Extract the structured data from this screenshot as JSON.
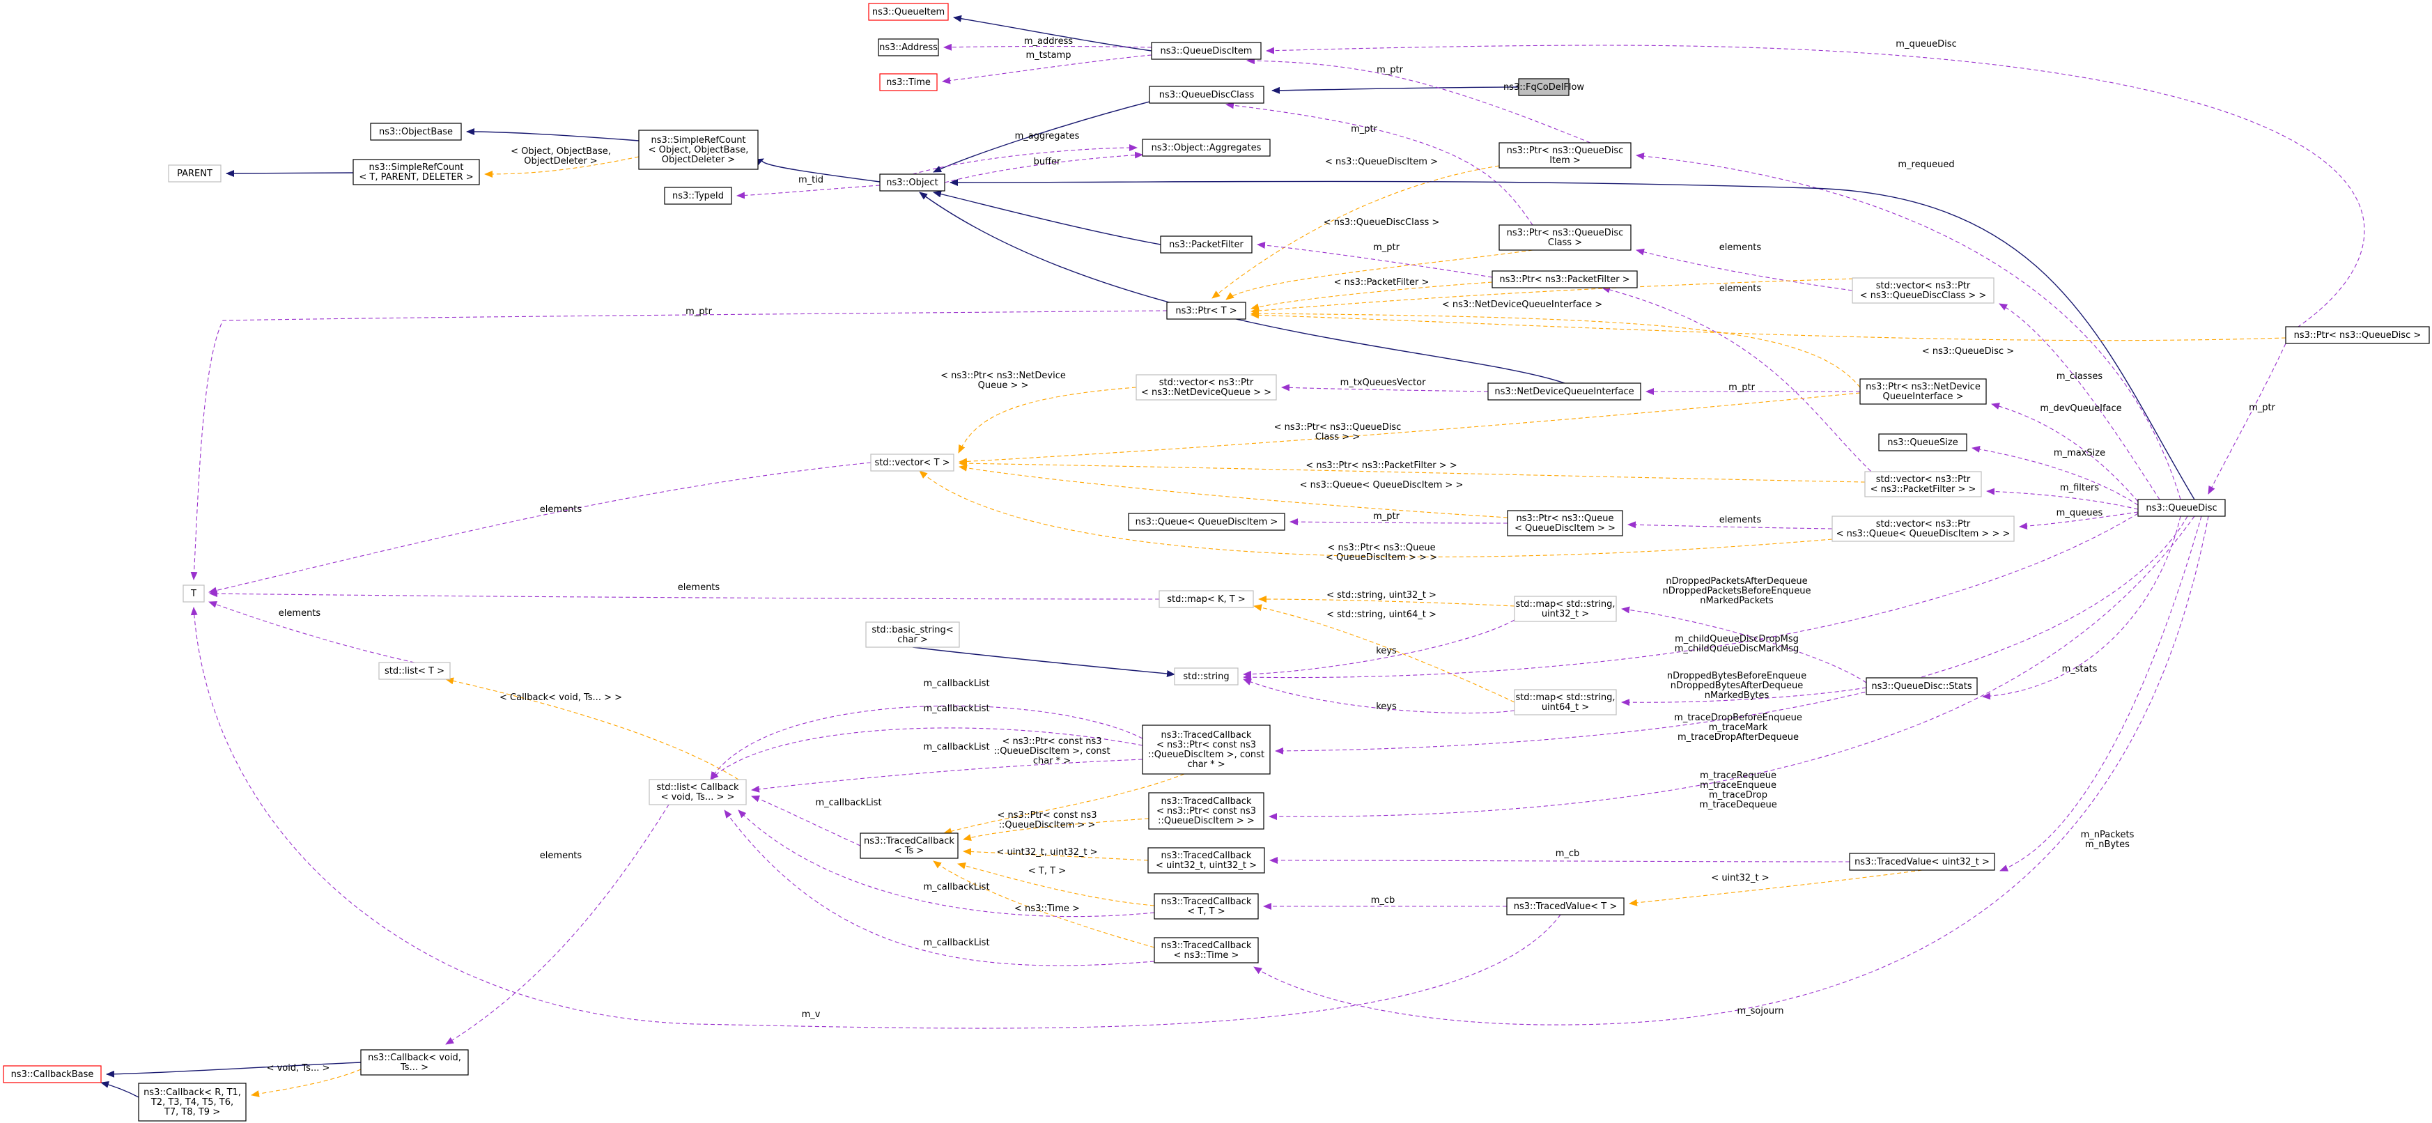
{
  "diagram": {
    "title": "",
    "colors": {
      "node_border": "#000000",
      "node_border_undocumented": "#bfbfbf",
      "node_border_missing": "#ff0000",
      "highlight_fill": "#bfbfbf",
      "inheritance_edge": "#191970",
      "usage_edge": "#9a32cd",
      "template_edge": "#ffa500",
      "background": "#ffffff"
    },
    "nodes": [
      {
        "id": "FqCoDelFlow",
        "lines": [
          "ns3::FqCoDelFlow"
        ],
        "style": "highlight"
      },
      {
        "id": "QueueItem",
        "lines": [
          "ns3::QueueItem"
        ],
        "style": "missing"
      },
      {
        "id": "Address",
        "lines": [
          "ns3::Address"
        ],
        "style": "normal"
      },
      {
        "id": "Time",
        "lines": [
          "ns3::Time"
        ],
        "style": "missing"
      },
      {
        "id": "QueueDiscItem",
        "lines": [
          "ns3::QueueDiscItem"
        ],
        "style": "normal"
      },
      {
        "id": "QueueDiscClass",
        "lines": [
          "ns3::QueueDiscClass"
        ],
        "style": "normal"
      },
      {
        "id": "ObjectBase",
        "lines": [
          "ns3::ObjectBase"
        ],
        "style": "normal"
      },
      {
        "id": "SimpleRefCount3",
        "lines": [
          "ns3::SimpleRefCount",
          "< Object, ObjectBase,",
          "ObjectDeleter >"
        ],
        "style": "normal"
      },
      {
        "id": "PARENT",
        "lines": [
          "PARENT"
        ],
        "style": "undoc"
      },
      {
        "id": "SimpleRefCountT",
        "lines": [
          "ns3::SimpleRefCount",
          "< T, PARENT, DELETER >"
        ],
        "style": "normal"
      },
      {
        "id": "Aggregates",
        "lines": [
          "ns3::Object::Aggregates"
        ],
        "style": "normal"
      },
      {
        "id": "TypeId",
        "lines": [
          "ns3::TypeId"
        ],
        "style": "normal"
      },
      {
        "id": "Object",
        "lines": [
          "ns3::Object"
        ],
        "style": "normal"
      },
      {
        "id": "PtrQDI",
        "lines": [
          "ns3::Ptr< ns3::QueueDisc",
          "Item >"
        ],
        "style": "normal"
      },
      {
        "id": "PacketFilter",
        "lines": [
          "ns3::PacketFilter"
        ],
        "style": "normal"
      },
      {
        "id": "PtrQDC",
        "lines": [
          "ns3::Ptr< ns3::QueueDisc",
          "Class >"
        ],
        "style": "normal"
      },
      {
        "id": "PtrPF",
        "lines": [
          "ns3::Ptr< ns3::PacketFilter >"
        ],
        "style": "normal"
      },
      {
        "id": "PtrT",
        "lines": [
          "ns3::Ptr< T >"
        ],
        "style": "normal"
      },
      {
        "id": "VecQDC",
        "lines": [
          "std::vector< ns3::Ptr",
          "< ns3::QueueDiscClass > >"
        ],
        "style": "undoc"
      },
      {
        "id": "PtrQD",
        "lines": [
          "ns3::Ptr< ns3::QueueDisc >"
        ],
        "style": "normal"
      },
      {
        "id": "VecNDQ",
        "lines": [
          "std::vector< ns3::Ptr",
          "< ns3::NetDeviceQueue > >"
        ],
        "style": "undoc"
      },
      {
        "id": "NDQI",
        "lines": [
          "ns3::NetDeviceQueueInterface"
        ],
        "style": "normal"
      },
      {
        "id": "PtrNDQI",
        "lines": [
          "ns3::Ptr< ns3::NetDevice",
          "QueueInterface >"
        ],
        "style": "normal"
      },
      {
        "id": "QueueSize",
        "lines": [
          "ns3::QueueSize"
        ],
        "style": "normal"
      },
      {
        "id": "VecT",
        "lines": [
          "std::vector< T >"
        ],
        "style": "undoc"
      },
      {
        "id": "VecPF",
        "lines": [
          "std::vector< ns3::Ptr",
          "< ns3::PacketFilter > >"
        ],
        "style": "undoc"
      },
      {
        "id": "QueueDisc",
        "lines": [
          "ns3::QueueDisc"
        ],
        "style": "normal"
      },
      {
        "id": "QueueQDI",
        "lines": [
          "ns3::Queue< QueueDiscItem >"
        ],
        "style": "normal"
      },
      {
        "id": "PtrQueue",
        "lines": [
          "ns3::Ptr< ns3::Queue",
          "< QueueDiscItem > >"
        ],
        "style": "normal"
      },
      {
        "id": "VecQueue",
        "lines": [
          "std::vector< ns3::Ptr",
          "< ns3::Queue< QueueDiscItem > > >"
        ],
        "style": "undoc"
      },
      {
        "id": "T",
        "lines": [
          "T"
        ],
        "style": "undoc"
      },
      {
        "id": "MapKT",
        "lines": [
          "std::map< K, T >"
        ],
        "style": "undoc"
      },
      {
        "id": "MapU32",
        "lines": [
          "std::map< std::string,",
          "uint32_t >"
        ],
        "style": "undoc"
      },
      {
        "id": "BasicString",
        "lines": [
          "std::basic_string<",
          "char >"
        ],
        "style": "undoc"
      },
      {
        "id": "ListT",
        "lines": [
          "std::list< T >"
        ],
        "style": "undoc"
      },
      {
        "id": "String",
        "lines": [
          "std::string"
        ],
        "style": "undoc"
      },
      {
        "id": "Stats",
        "lines": [
          "ns3::QueueDisc::Stats"
        ],
        "style": "normal"
      },
      {
        "id": "MapU64",
        "lines": [
          "std::map< std::string,",
          "uint64_t >"
        ],
        "style": "undoc"
      },
      {
        "id": "TCbChar",
        "lines": [
          "ns3::TracedCallback",
          "< ns3::Ptr< const ns3",
          "::QueueDiscItem >, const",
          "char * >"
        ],
        "style": "normal"
      },
      {
        "id": "ListCb",
        "lines": [
          "std::list< Callback",
          "< void, Ts... > >"
        ],
        "style": "undoc"
      },
      {
        "id": "TCbPtr",
        "lines": [
          "ns3::TracedCallback",
          "< ns3::Ptr< const ns3",
          "::QueueDiscItem > >"
        ],
        "style": "normal"
      },
      {
        "id": "TCbTs",
        "lines": [
          "ns3::TracedCallback",
          "< Ts >"
        ],
        "style": "normal"
      },
      {
        "id": "TCbU32",
        "lines": [
          "ns3::TracedCallback",
          "< uint32_t, uint32_t >"
        ],
        "style": "normal"
      },
      {
        "id": "TVU32",
        "lines": [
          "ns3::TracedValue< uint32_t >"
        ],
        "style": "normal"
      },
      {
        "id": "TCbTT",
        "lines": [
          "ns3::TracedCallback",
          "< T, T >"
        ],
        "style": "normal"
      },
      {
        "id": "TVT",
        "lines": [
          "ns3::TracedValue< T >"
        ],
        "style": "normal"
      },
      {
        "id": "TCbTime",
        "lines": [
          "ns3::TracedCallback",
          "< ns3::Time >"
        ],
        "style": "normal"
      },
      {
        "id": "CallbackBase",
        "lines": [
          "ns3::CallbackBase"
        ],
        "style": "missing"
      },
      {
        "id": "CbVoid",
        "lines": [
          "ns3::Callback< void,",
          "Ts... >"
        ],
        "style": "normal"
      },
      {
        "id": "CbR",
        "lines": [
          "ns3::Callback< R, T1,",
          "T2, T3, T4, T5, T6,",
          "T7, T8, T9 >"
        ],
        "style": "normal"
      }
    ],
    "edge_labels": [
      {
        "id": "lbl_m_address",
        "lines": [
          "m_address"
        ]
      },
      {
        "id": "lbl_m_tstamp",
        "lines": [
          "m_tstamp"
        ]
      },
      {
        "id": "lbl_m_queueDisc",
        "lines": [
          "m_queueDisc"
        ]
      },
      {
        "id": "lbl_m_ptr_qdi",
        "lines": [
          "m_ptr"
        ]
      },
      {
        "id": "lbl_m_ptr_qdc",
        "lines": [
          "m_ptr"
        ]
      },
      {
        "id": "lbl_m_aggregates",
        "lines": [
          "m_aggregates"
        ]
      },
      {
        "id": "lbl_buffer",
        "lines": [
          "buffer"
        ]
      },
      {
        "id": "lbl_m_tid",
        "lines": [
          "m_tid"
        ]
      },
      {
        "id": "lbl_tmpl_simpleref",
        "lines": [
          "< Object, ObjectBase,",
          "ObjectDeleter >"
        ]
      },
      {
        "id": "lbl_m_requeued",
        "lines": [
          "m_requeued"
        ]
      },
      {
        "id": "lbl_tmpl_qdi",
        "lines": [
          "< ns3::QueueDiscItem >"
        ]
      },
      {
        "id": "lbl_tmpl_qdc",
        "lines": [
          "< ns3::QueueDiscClass >"
        ]
      },
      {
        "id": "lbl_m_ptr_pf",
        "lines": [
          "m_ptr"
        ]
      },
      {
        "id": "lbl_elements_qdc",
        "lines": [
          "elements"
        ]
      },
      {
        "id": "lbl_tmpl_pf",
        "lines": [
          "< ns3::PacketFilter >"
        ]
      },
      {
        "id": "lbl_elements_pf",
        "lines": [
          "elements"
        ]
      },
      {
        "id": "lbl_m_ptr_t",
        "lines": [
          "m_ptr"
        ]
      },
      {
        "id": "lbl_tmpl_ndqi",
        "lines": [
          "< ns3::NetDeviceQueueInterface >"
        ]
      },
      {
        "id": "lbl_tmpl_qd",
        "lines": [
          "< ns3::QueueDisc >"
        ]
      },
      {
        "id": "lbl_m_classes",
        "lines": [
          "m_classes"
        ]
      },
      {
        "id": "lbl_m_ptr_qd",
        "lines": [
          "m_ptr"
        ]
      },
      {
        "id": "lbl_tmpl_ndq",
        "lines": [
          "< ns3::Ptr< ns3::NetDevice",
          "Queue > >"
        ]
      },
      {
        "id": "lbl_m_txQueuesVector",
        "lines": [
          "m_txQueuesVector"
        ]
      },
      {
        "id": "lbl_m_ptr_ndqi",
        "lines": [
          "m_ptr"
        ]
      },
      {
        "id": "lbl_m_devQueueIface",
        "lines": [
          "m_devQueueIface"
        ]
      },
      {
        "id": "lbl_tmpl_ptrqdc",
        "lines": [
          "< ns3::Ptr< ns3::QueueDisc",
          "Class > >"
        ]
      },
      {
        "id": "lbl_m_maxSize",
        "lines": [
          "m_maxSize"
        ]
      },
      {
        "id": "lbl_tmpl_ptrpf",
        "lines": [
          "< ns3::Ptr< ns3::PacketFilter > >"
        ]
      },
      {
        "id": "lbl_m_filters",
        "lines": [
          "m_filters"
        ]
      },
      {
        "id": "lbl_tmpl_queue",
        "lines": [
          "< ns3::Queue< QueueDiscItem > >"
        ]
      },
      {
        "id": "lbl_elements_vect",
        "lines": [
          "elements"
        ]
      },
      {
        "id": "lbl_m_ptr_queue",
        "lines": [
          "m_ptr"
        ]
      },
      {
        "id": "lbl_elements_queue",
        "lines": [
          "elements"
        ]
      },
      {
        "id": "lbl_m_queues",
        "lines": [
          "m_queues"
        ]
      },
      {
        "id": "lbl_tmpl_ptrqueue",
        "lines": [
          "< ns3::Ptr< ns3::Queue",
          "< QueueDiscItem > > >"
        ]
      },
      {
        "id": "lbl_elements_map",
        "lines": [
          "elements"
        ]
      },
      {
        "id": "lbl_tmpl_u32",
        "lines": [
          "< std::string, uint32_t >"
        ]
      },
      {
        "id": "lbl_tmpl_u64",
        "lines": [
          "< std::string, uint64_t >"
        ]
      },
      {
        "id": "lbl_ndropped",
        "lines": [
          "nDroppedPacketsAfterDequeue",
          "nDroppedPacketsBeforeEnqueue",
          "nMarkedPackets"
        ]
      },
      {
        "id": "lbl_elements_list",
        "lines": [
          "elements"
        ]
      },
      {
        "id": "lbl_childmsg",
        "lines": [
          "m_childQueueDiscDropMsg",
          "m_childQueueDiscMarkMsg"
        ]
      },
      {
        "id": "lbl_keys1",
        "lines": [
          "keys"
        ]
      },
      {
        "id": "lbl_ndroppedbytes",
        "lines": [
          "nDroppedBytesBeforeEnqueue",
          "nDroppedBytesAfterDequeue",
          "nMarkedBytes"
        ]
      },
      {
        "id": "lbl_keys2",
        "lines": [
          "keys"
        ]
      },
      {
        "id": "lbl_m_stats",
        "lines": [
          "m_stats"
        ]
      },
      {
        "id": "lbl_cblist1",
        "lines": [
          "m_callbackList"
        ]
      },
      {
        "id": "lbl_cblist2",
        "lines": [
          "m_callbackList"
        ]
      },
      {
        "id": "lbl_tmpl_cbvoid",
        "lines": [
          "< Callback< void, Ts... > >"
        ]
      },
      {
        "id": "lbl_cblist3",
        "lines": [
          "m_callbackList"
        ]
      },
      {
        "id": "lbl_tmpl_char",
        "lines": [
          "< ns3::Ptr< const ns3",
          "::QueueDiscItem >, const",
          "char * >"
        ]
      },
      {
        "id": "lbl_tracedrop",
        "lines": [
          "m_traceDropBeforeEnqueue",
          "m_traceMark",
          "m_traceDropAfterDequeue"
        ]
      },
      {
        "id": "lbl_cblist4",
        "lines": [
          "m_callbackList"
        ]
      },
      {
        "id": "lbl_tmpl_ptrconst",
        "lines": [
          "< ns3::Ptr< const ns3",
          "::QueueDiscItem > >"
        ]
      },
      {
        "id": "lbl_tracerequeue",
        "lines": [
          "m_traceRequeue",
          "m_traceEnqueue",
          "m_traceDrop",
          "m_traceDequeue"
        ]
      },
      {
        "id": "lbl_tmpl_u32u32",
        "lines": [
          "< uint32_t, uint32_t >"
        ]
      },
      {
        "id": "lbl_m_cb1",
        "lines": [
          "m_cb"
        ]
      },
      {
        "id": "lbl_npackets",
        "lines": [
          "m_nPackets",
          "m_nBytes"
        ]
      },
      {
        "id": "lbl_elements_cb",
        "lines": [
          "elements"
        ]
      },
      {
        "id": "lbl_tmpl_tt",
        "lines": [
          "< T, T >"
        ]
      },
      {
        "id": "lbl_cblist5",
        "lines": [
          "m_callbackList"
        ]
      },
      {
        "id": "lbl_tmpl_uint32",
        "lines": [
          "< uint32_t >"
        ]
      },
      {
        "id": "lbl_m_cb2",
        "lines": [
          "m_cb"
        ]
      },
      {
        "id": "lbl_tmpl_time",
        "lines": [
          "< ns3::Time >"
        ]
      },
      {
        "id": "lbl_cblist6",
        "lines": [
          "m_callbackList"
        ]
      },
      {
        "id": "lbl_m_sojourn",
        "lines": [
          "m_sojourn"
        ]
      },
      {
        "id": "lbl_m_v",
        "lines": [
          "m_v"
        ]
      },
      {
        "id": "lbl_tmpl_voidts",
        "lines": [
          "< void, Ts... >"
        ]
      }
    ]
  }
}
